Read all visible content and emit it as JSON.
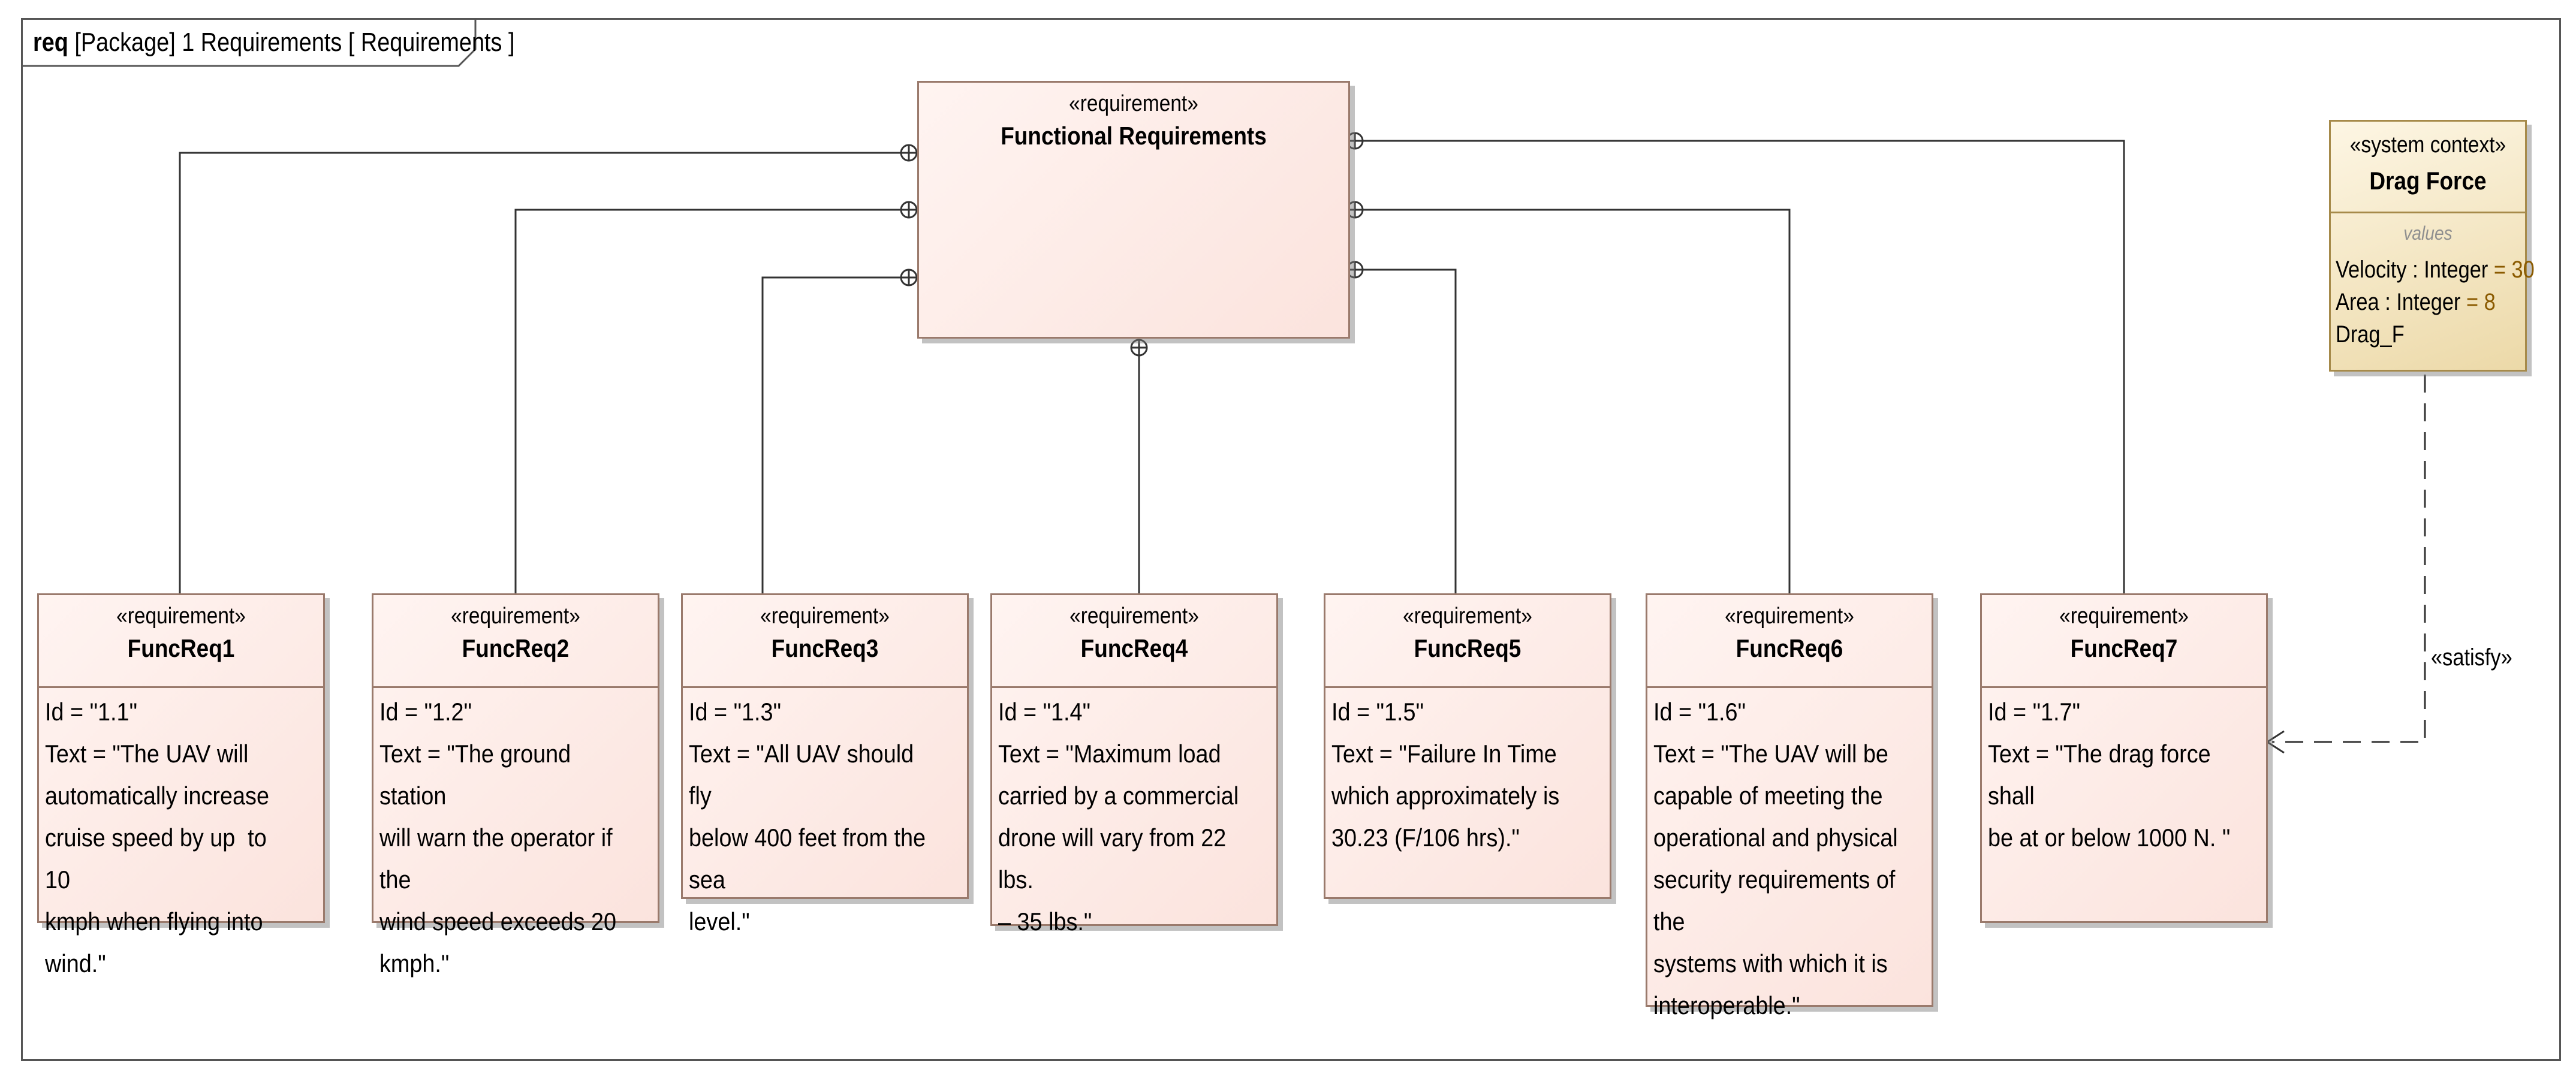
{
  "frame": {
    "kind": "req",
    "label": "[Package] 1 Requirements  [ Requirements  ]"
  },
  "parent": {
    "stereotype": "«requirement»",
    "name": "Functional Requirements"
  },
  "requirements": [
    {
      "stereotype": "«requirement»",
      "name": "FuncReq1",
      "id": "Id = \"1.1\"",
      "text_lines": [
        "Text = \"The UAV will",
        "automatically increase",
        "cruise speed by up  to 10",
        "kmph when flying into wind.\""
      ]
    },
    {
      "stereotype": "«requirement»",
      "name": "FuncReq2",
      "id": "Id = \"1.2\"",
      "text_lines": [
        "Text = \"The ground station",
        "will warn the operator if the",
        "wind speed exceeds 20",
        "kmph.\""
      ]
    },
    {
      "stereotype": "«requirement»",
      "name": "FuncReq3",
      "id": "Id = \"1.3\"",
      "text_lines": [
        "Text = \"All UAV should fly",
        "below 400 feet from the sea",
        "level.\""
      ]
    },
    {
      "stereotype": "«requirement»",
      "name": "FuncReq4",
      "id": "Id = \"1.4\"",
      "text_lines": [
        "Text = \"Maximum load",
        "carried by a commercial",
        "drone will vary from 22 lbs.",
        "– 35 lbs.\""
      ]
    },
    {
      "stereotype": "«requirement»",
      "name": "FuncReq5",
      "id": "Id = \"1.5\"",
      "text_lines": [
        "Text = \"Failure In Time",
        "which approximately is",
        "30.23 (F/106 hrs).\""
      ]
    },
    {
      "stereotype": "«requirement»",
      "name": "FuncReq6",
      "id": "Id = \"1.6\"",
      "text_lines": [
        "Text = \"The UAV will be",
        "capable of meeting the",
        "operational and physical",
        "security requirements of the",
        "systems with which it is",
        "interoperable.\""
      ]
    },
    {
      "stereotype": "«requirement»",
      "name": "FuncReq7",
      "id": "Id = \"1.7\"",
      "text_lines": [
        "Text = \"The drag force shall",
        "be at or below 1000 N. \""
      ]
    }
  ],
  "system_context": {
    "stereotype": "«system context»",
    "name": "Drag Force",
    "compartment": "values",
    "values": [
      {
        "name": "Velocity",
        "type": " : Integer",
        "default": " = 30"
      },
      {
        "name": "Area",
        "type": " : Integer",
        "default": " = 8"
      },
      {
        "name": "Drag_F",
        "type": "",
        "default": ""
      }
    ]
  },
  "satisfy_label": "«satisfy»",
  "colors": {
    "requirement_border": "#9a7a6c",
    "requirement_fill": "#fbe3dd",
    "context_border": "#a68a4a",
    "context_fill": "#ecd9a8",
    "default_value": "#8a5a00"
  }
}
